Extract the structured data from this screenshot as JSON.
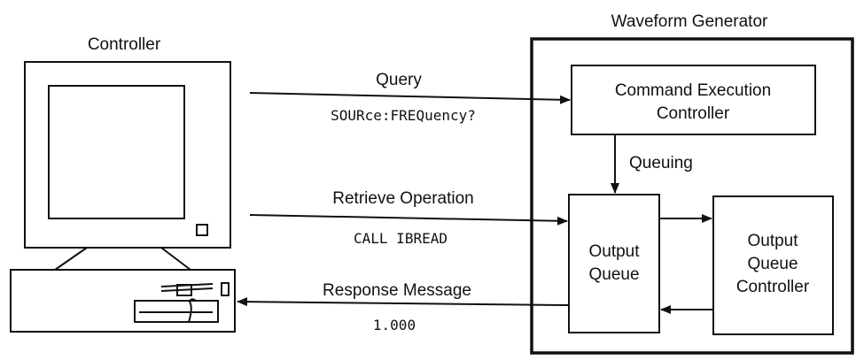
{
  "controller": {
    "title": "Controller"
  },
  "generator": {
    "title": "Waveform Generator",
    "command_block": [
      "Command Execution",
      "Controller"
    ],
    "output_queue_block": [
      "Output",
      "Queue"
    ],
    "queue_controller_block": [
      "Output",
      "Queue",
      "Controller"
    ],
    "queuing_label": "Queuing"
  },
  "messages": {
    "query_label": "Query",
    "query_command": "SOURce:FREQuency?",
    "retrieve_label": "Retrieve Operation",
    "retrieve_command": "CALL IBREAD",
    "response_label": "Response Message",
    "response_value": "1.000"
  }
}
